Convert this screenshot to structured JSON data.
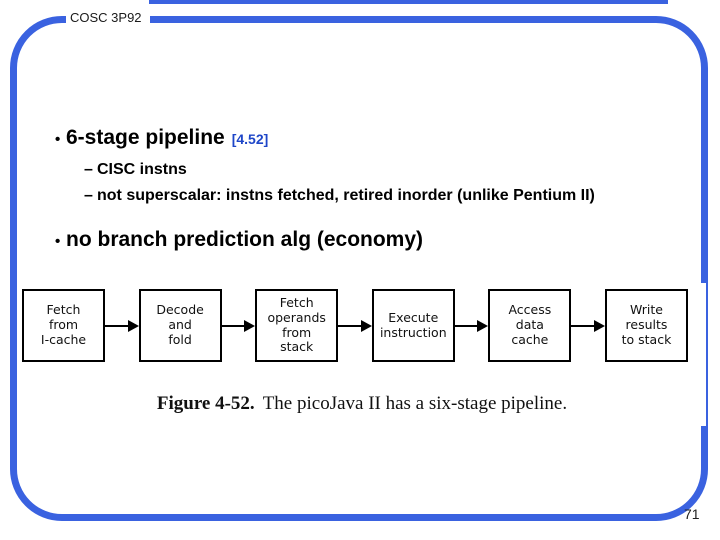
{
  "slide": {
    "course_code": "COSC 3P92",
    "page_number": "71"
  },
  "colors": {
    "accent_blue": "#3A62E0",
    "ref_blue": "#1E46C8"
  },
  "bullets": {
    "b1": {
      "marker": "•",
      "text": "6-stage pipeline",
      "ref": "[4.52]"
    },
    "s1": {
      "marker": "–",
      "text": "CISC instns"
    },
    "s2": {
      "marker": "–",
      "text": "not superscalar: instns fetched, retired inorder (unlike Pentium II)"
    },
    "b2": {
      "marker": "•",
      "text": "no branch prediction alg (economy)"
    }
  },
  "figure": {
    "stages": [
      "Fetch\nfrom\nI-cache",
      "Decode\nand\nfold",
      "Fetch\noperands\nfrom\nstack",
      "Execute\ninstruction",
      "Access\ndata\ncache",
      "Write\nresults\nto stack"
    ],
    "caption_label": "Figure 4-52.",
    "caption_text": "The picoJava II has a six-stage pipeline."
  }
}
